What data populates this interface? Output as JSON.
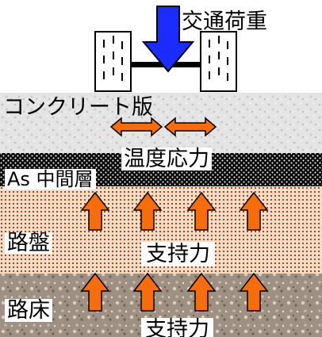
{
  "labels": {
    "traffic_load": "交通荷重",
    "concrete_slab": "コンクリート版",
    "thermal_stress": "温度応力",
    "as_interlayer": "As 中間層",
    "roadbed": "路盤",
    "support_force_base": "支持力",
    "subgrade": "路床",
    "support_force_subgrade": "支持力"
  },
  "colors": {
    "load_arrow": "#1a2cff",
    "support_arrow": "#f86c0a",
    "concrete": "#e4e4e4",
    "asphalt": "#0a0a0a",
    "roadbed": "#f5dcc6",
    "roadbed_dots": "#9b4a1e",
    "subgrade": "#9e9183"
  }
}
